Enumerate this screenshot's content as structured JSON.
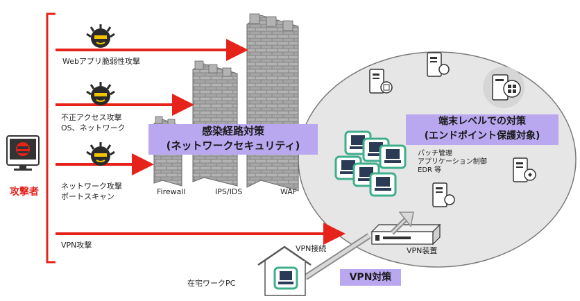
{
  "attacker": {
    "label": "攻撃者"
  },
  "attacks": {
    "web": "Webアプリ脆弱性攻撃",
    "unauthorized_line1": "不正アクセス攻撃",
    "unauthorized_line2": "OS、ネットワーク",
    "network_line1": "ネットワーク攻撃",
    "network_line2": "ポートスキャン",
    "vpn": "VPN攻撃"
  },
  "defenses": {
    "firewall": "Firewall",
    "ips_ids": "IPS/IDS",
    "waf": "WAF"
  },
  "network_security_box": {
    "line1": "感染経路対策",
    "line2": "(ネットワークセキュリティ)"
  },
  "endpoint_box": {
    "line1": "端末レベルでの対策",
    "line2": "(エンドポイント保護対象)"
  },
  "endpoint_measures": {
    "line1": "パッチ管理",
    "line2": "アプリケーション制御",
    "line3": "EDR 等"
  },
  "vpn": {
    "device": "VPN装置",
    "connection": "VPN接続",
    "measures": "VPN対策"
  },
  "home": {
    "label": "在宅ワークPC"
  },
  "colors": {
    "arrow": "#e5231b",
    "label_box": "#b9a8f0",
    "ellipse": "#e6e6e6",
    "pc_outline": "#3fae8c"
  }
}
